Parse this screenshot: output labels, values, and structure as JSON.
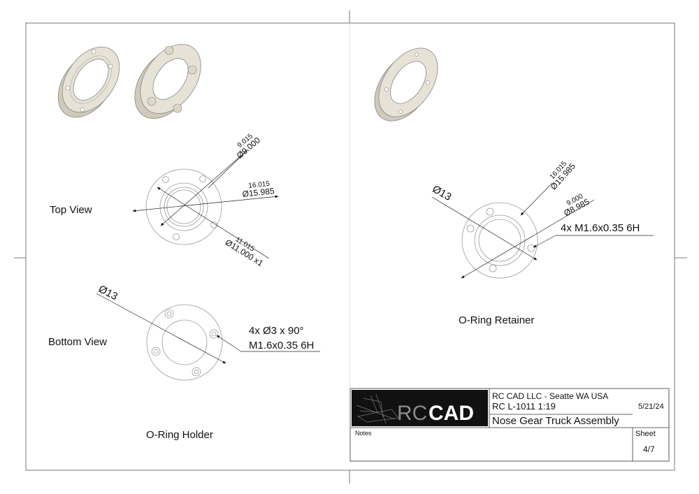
{
  "views": {
    "top_view": "Top View",
    "bottom_view": "Bottom View"
  },
  "parts": {
    "holder": "O-Ring Holder",
    "retainer": "O-Ring Retainer"
  },
  "dims": {
    "holder_d1_upper": "9.015",
    "holder_d1_lower": "Ø9.000",
    "holder_d2_upper": "16.015",
    "holder_d2_lower": "Ø15.985",
    "holder_d3_upper": "11.015",
    "holder_d3_lower": "Ø11.000 x1",
    "holder_bottom_dia": "Ø13",
    "holder_hole_note_1": "4x Ø3 x 90°",
    "holder_hole_note_2": "M1.6x0.35 6H",
    "retainer_dia": "Ø13",
    "retainer_d1_upper": "16.015",
    "retainer_d1_lower": "Ø15.985",
    "retainer_d2_upper": "9.000",
    "retainer_d2_lower": "Ø8.985",
    "retainer_hole_note": "4x M1.6x0.35 6H"
  },
  "title_block": {
    "company": "RC CAD LLC - Seatte WA USA",
    "model": "RC L-1011 1:19",
    "date": "5/21/24",
    "title": "Nose Gear Truck Assembly",
    "notes_label": "Notes",
    "sheet_label": "Sheet",
    "sheet_value": "4/7",
    "logo_rc": "RC",
    "logo_cad": "CAD"
  },
  "colors": {
    "line": "#333333",
    "faint": "#9a9a9a",
    "part_fill": "#e6e2d6",
    "part_shade": "#cfcab9",
    "logo_bg": "#111111"
  }
}
